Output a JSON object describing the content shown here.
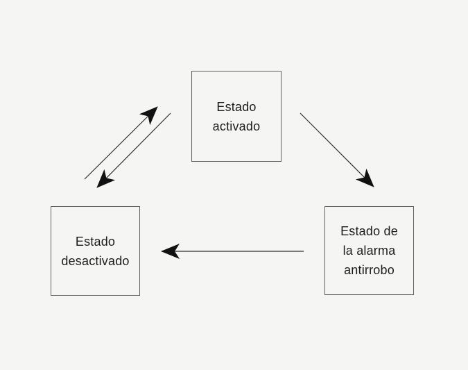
{
  "diagram": {
    "type": "state-diagram",
    "colors": {
      "background": "#f5f5f3",
      "line": "#2e2e2e",
      "arrowhead": "#111111",
      "box_border": "#5f5f5f",
      "text": "#1c1c1c"
    },
    "nodes": [
      {
        "id": "estado-activado",
        "label": "Estado activado",
        "lines": [
          "Estado",
          "activado"
        ]
      },
      {
        "id": "estado-desactivado",
        "label": "Estado desactivado",
        "lines": [
          "Estado",
          "desactivado"
        ]
      },
      {
        "id": "estado-alarma-antirrobo",
        "label": "Estado de la alarma antirrobo",
        "lines": [
          "Estado de",
          "la alarma",
          "antirrobo"
        ]
      }
    ],
    "edges": [
      {
        "from": "estado-desactivado",
        "to": "estado-activado"
      },
      {
        "from": "estado-activado",
        "to": "estado-desactivado"
      },
      {
        "from": "estado-activado",
        "to": "estado-alarma-antirrobo"
      },
      {
        "from": "estado-alarma-antirrobo",
        "to": "estado-desactivado"
      }
    ]
  }
}
